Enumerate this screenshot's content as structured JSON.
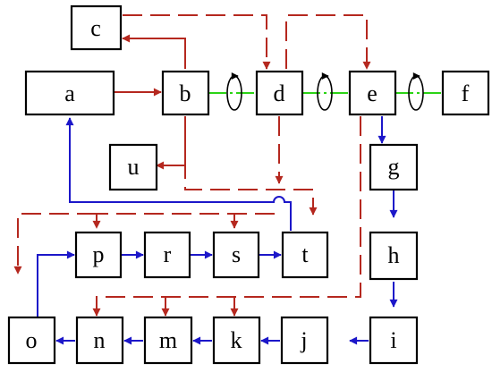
{
  "colors": {
    "node_border": "#000000",
    "red_edge": "#b5281f",
    "blue_edge": "#1c17c9",
    "green_shaft": "#2cd416",
    "background": "#ffffff"
  },
  "nodes": {
    "a": "a",
    "b": "b",
    "c": "c",
    "d": "d",
    "e": "e",
    "f": "f",
    "g": "g",
    "h": "h",
    "i": "i",
    "j": "j",
    "k": "k",
    "m": "m",
    "n": "n",
    "o": "o",
    "p": "p",
    "r": "r",
    "s": "s",
    "t": "t",
    "u": "u"
  },
  "edges": {
    "red_solid": [
      [
        "a",
        "b"
      ],
      [
        "b",
        "c"
      ],
      [
        "b",
        "u"
      ]
    ],
    "red_dashed": [
      [
        "c",
        "d"
      ],
      [
        "d",
        "e"
      ],
      [
        "b",
        "t"
      ],
      [
        "d",
        "t"
      ],
      [
        "t",
        "p"
      ],
      [
        "t",
        "s"
      ],
      [
        "t",
        "o"
      ],
      [
        "e",
        "n"
      ],
      [
        "e",
        "m"
      ],
      [
        "e",
        "k"
      ]
    ],
    "blue": [
      [
        "e",
        "g"
      ],
      [
        "g",
        "h"
      ],
      [
        "h",
        "i"
      ],
      [
        "i",
        "j"
      ],
      [
        "j",
        "k"
      ],
      [
        "k",
        "m"
      ],
      [
        "m",
        "n"
      ],
      [
        "n",
        "o"
      ],
      [
        "o",
        "p"
      ],
      [
        "p",
        "r"
      ],
      [
        "r",
        "s"
      ],
      [
        "s",
        "t"
      ],
      [
        "t",
        "a"
      ]
    ],
    "green_shaft": [
      [
        "b",
        "d"
      ],
      [
        "d",
        "e"
      ],
      [
        "e",
        "f"
      ]
    ]
  },
  "rotation_markers": 3
}
